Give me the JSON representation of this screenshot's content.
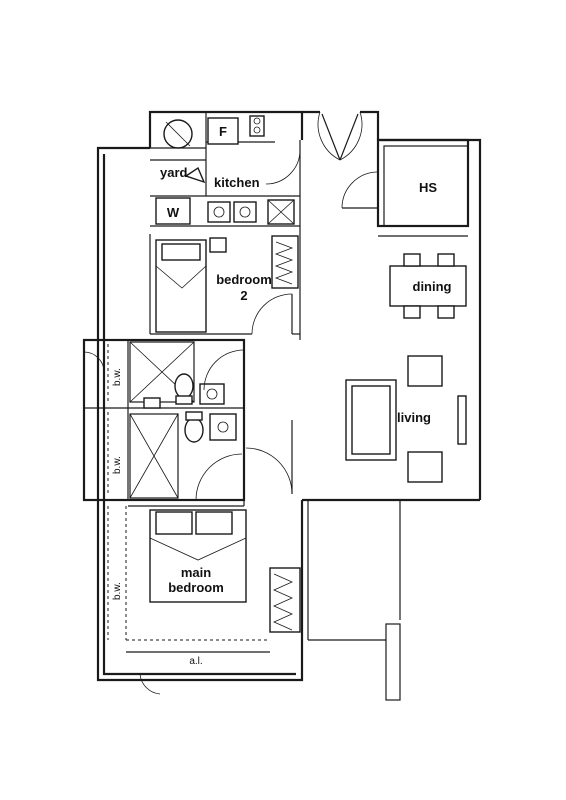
{
  "rooms": {
    "yard": "yard",
    "kitchen": "kitchen",
    "hs": "HS",
    "dining": "dining",
    "bedroom2_line1": "bedroom",
    "bedroom2_line2": "2",
    "living": "living",
    "main_bedroom_line1": "main",
    "main_bedroom_line2": "bedroom"
  },
  "fixtures": {
    "fridge": "F",
    "washer": "W"
  },
  "annotations": {
    "bw_upper": "b.w.",
    "bw_middle": "b.w.",
    "bw_lower": "b.w.",
    "al": "a.l."
  }
}
